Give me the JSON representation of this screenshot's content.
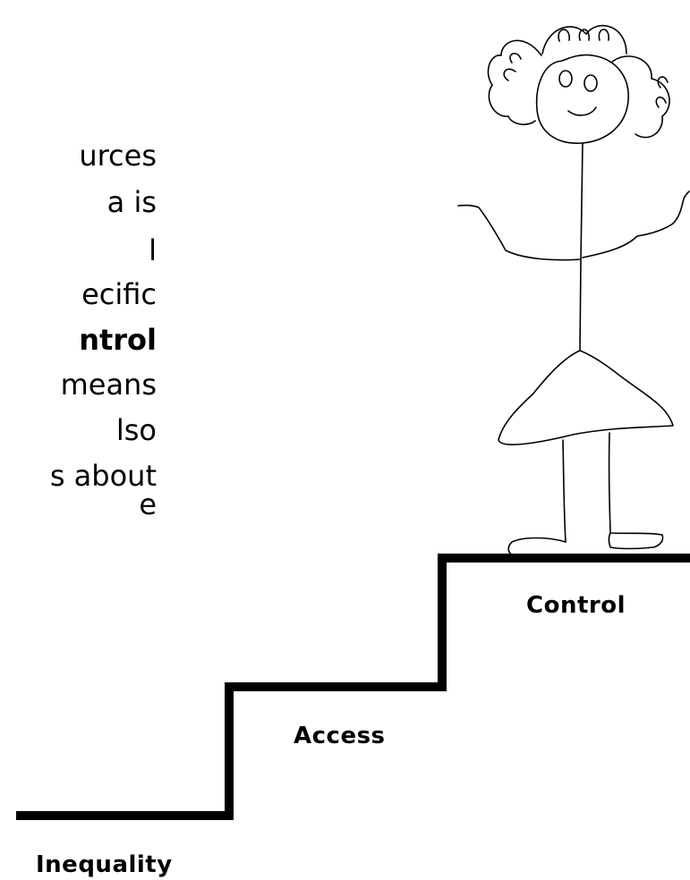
{
  "paragraph": {
    "lines": [
      {
        "text": "urces",
        "bold": false
      },
      {
        "text": "a is",
        "bold": false
      },
      {
        "text": "l",
        "bold": false
      },
      {
        "text": "ecific",
        "bold": false
      },
      {
        "text": "ntrol",
        "bold": true
      },
      {
        "text": " means",
        "bold": false
      },
      {
        "text": "lso",
        "bold": false
      },
      {
        "text": "s about",
        "bold": false
      },
      {
        "text": "e",
        "bold": false
      }
    ]
  },
  "steps": {
    "control": "Control",
    "access": "Access",
    "inequality": "Inequality"
  },
  "colors": {
    "stroke": "#000000",
    "background": "#ffffff"
  }
}
